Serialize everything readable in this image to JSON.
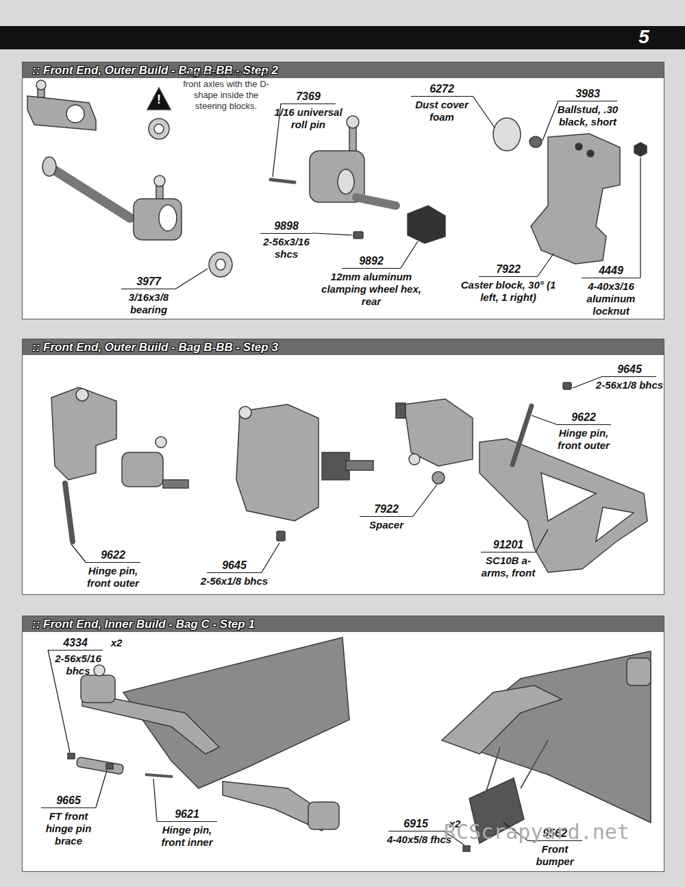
{
  "diagram": {
    "nodes": [
      {
        "text": [
          ":: Front End, Outer Build - Bag B-BB - Step 2"
        ]
      },
      {
        "text": [
          ":: Front End, Outer Build - Bag B-BB - Step 3"
        ]
      },
      {
        "text": [
          ":: Front End, Inner Build - Bag C - Step 1"
        ]
      }
    ],
    "labels": [
      "5",
      "!",
      "Align the C-clip on the front axles with the D-shape inside the steering blocks.",
      "7369",
      "1/16 universal roll pin",
      "6272",
      "Dust cover foam",
      "3983",
      "Ballstud, .30 black, short",
      "9898",
      "2-56x3/16 shcs",
      "9892",
      "12mm aluminum clamping wheel hex, rear",
      "3977",
      "3/16x3/8 bearing",
      "7922",
      "Caster block, 30° (1 left, 1 right)",
      "4449",
      "4-40x3/16 aluminum locknut",
      "9645",
      "2-56x1/8 bhcs",
      "9622",
      "Hinge pin, front outer",
      "7922",
      "Spacer",
      "91201",
      "SC10B a-arms, front",
      "9622",
      "Hinge pin, front outer",
      "9645",
      "2-56x1/8 bhcs",
      "4334",
      "x2",
      "2-56x5/16 bhcs",
      "9665",
      "FT front hinge pin brace",
      "9621",
      "Hinge pin, front inner",
      "6915",
      "x2",
      "4-40x5/8 fhcs",
      "9562",
      "Front bumper",
      "RCScrapyard.net"
    ]
  }
}
